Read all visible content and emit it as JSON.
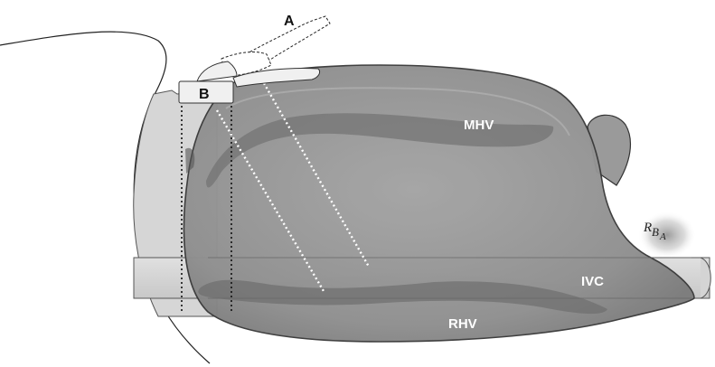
{
  "labels": {
    "probe_a": "A",
    "probe_b": "B",
    "mhv": "MHV",
    "ivc": "IVC",
    "rhv": "RHV",
    "rba_main": "R",
    "rba_b": "B",
    "rba_a": "A"
  },
  "colors": {
    "liver_fill": "#8f8f8f",
    "liver_stroke": "#3a3a3a",
    "vessel_dark": "#6e6e6e",
    "ivc_band": "#d2d2d2",
    "body_wall": "#d6d6d6",
    "probe_fill": "#f0f0f0",
    "scan_line": "#ffffff",
    "guide_line": "#111111"
  }
}
